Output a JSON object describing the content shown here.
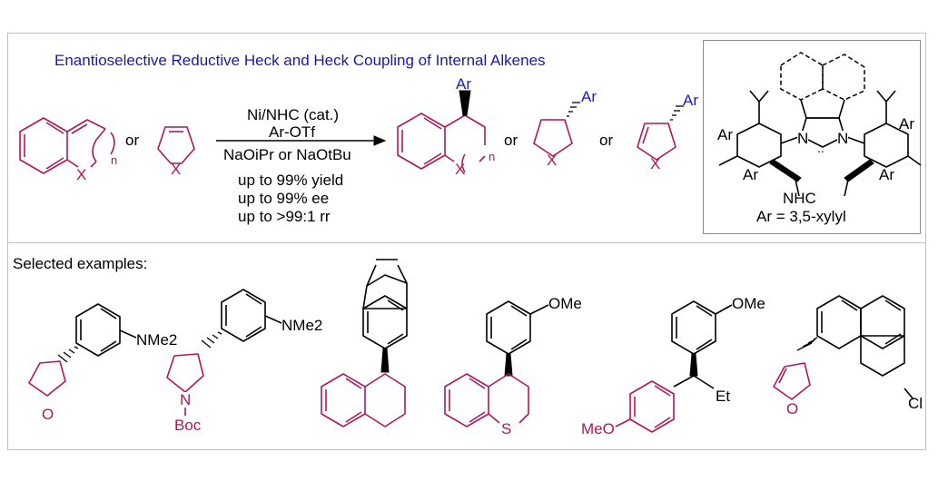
{
  "title": "Enantioselective Reductive Heck and Heck Coupling of Internal Alkenes",
  "scheme": {
    "or_labels": [
      "or",
      "or",
      "or"
    ],
    "substrate_labels": {
      "x1": "X",
      "n1": "n",
      "x2": "X"
    },
    "conditions_above": [
      "Ni/NHC (cat.)",
      "Ar-OTf"
    ],
    "conditions_below": "NaOiPr or NaOtBu",
    "results": [
      "up to 99% yield",
      "up to 99% ee",
      "up to >99:1 rr"
    ],
    "product_labels": {
      "ar1": "Ar",
      "x3": "X",
      "n2": "n",
      "ar2": "Ar",
      "x4": "X",
      "ar3": "Ar",
      "x5": "X"
    }
  },
  "nhc": {
    "label": "NHC",
    "ar_def": "Ar = 3,5-xylyl",
    "atoms": {
      "n1": "N",
      "n2": "N",
      "lone_pair": "..",
      "ar_a": "Ar",
      "ar_b": "Ar",
      "ar_c": "Ar",
      "ar_d": "Ar"
    }
  },
  "examples": {
    "heading": "Selected examples:",
    "labels": {
      "e1_nme2": "NMe2",
      "e1_o": "O",
      "e2_nme2": "NMe2",
      "e2_n": "N",
      "e2_boc": "Boc",
      "e4_ome": "OMe",
      "e4_s": "S",
      "e5_ome": "OMe",
      "e5_et": "Et",
      "e5_meo": "MeO",
      "e6_o": "O",
      "e6_cl": "Cl"
    }
  },
  "colors": {
    "substrate": "#b0175a",
    "aryl": "#000000",
    "ar_label": "#1a1acc",
    "title": "#1a1aa0",
    "frame": "#bfbfbf"
  }
}
